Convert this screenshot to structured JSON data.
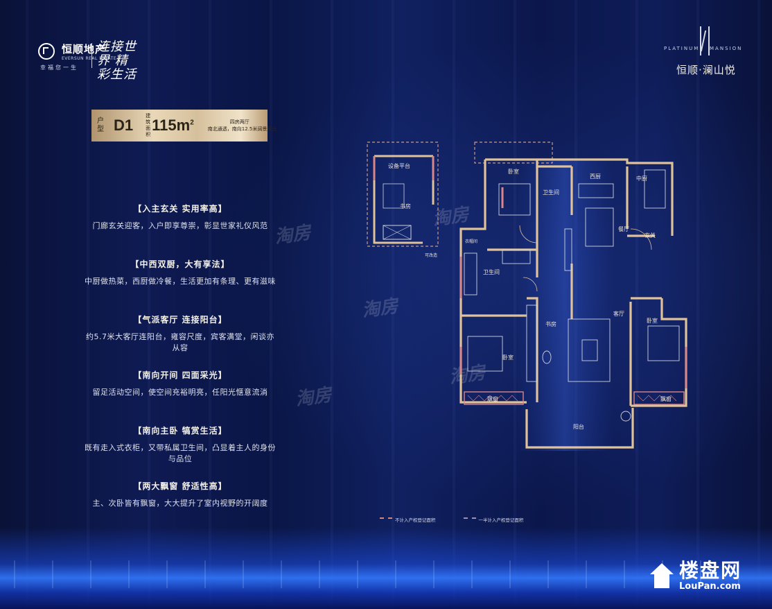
{
  "header": {
    "brand_name": "恒顺地产",
    "brand_en": "EVERSUN REAL ESTATE",
    "brand_tag": "幸福您一生",
    "slogan": "连接世界 精彩生活",
    "pm_left": "PLATINUM",
    "pm_right": "MANSION",
    "project_name": "恒顺·澜山悦"
  },
  "badge": {
    "label": "户型",
    "code": "D1",
    "area_label": "建筑面积",
    "area": "115m",
    "area_unit_sup": "2",
    "desc_line1": "四房两厅",
    "desc_line2": "南北通透，南向12.5米阔景采光"
  },
  "features": [
    {
      "title": "【入主玄关  实用率高】",
      "desc": "门廊玄关迎客，入户即享尊崇，彰显世家礼仪风范"
    },
    {
      "title": "【中西双厨，大有享法】",
      "desc": "中厨做热菜，西厨做冷餐，生活更加有条理、更有滋味"
    },
    {
      "title": "【气派客厅  连接阳台】",
      "desc": "约5.7米大客厅连阳台，雍容尺度，宾客满堂，闲谈亦从容"
    },
    {
      "title": "【南向开间  四面采光】",
      "desc": "留足活动空间，使空间充裕明亮，任阳光惬意流淌"
    },
    {
      "title": "【南向主卧  犒赏生活】",
      "desc": "既有走入式衣柜，又带私属卫生间，凸显着主人的身份与品位"
    },
    {
      "title": "【两大飘窗  舒适性高】",
      "desc": "主、次卧皆有飘窗，大大提升了室内视野的开阔度"
    }
  ],
  "floorplan": {
    "rooms": {
      "equipment_platform": "设备平台",
      "study": "书房",
      "bedroom_nw": "卧室",
      "bathroom_n": "卫生间",
      "western_kitchen": "西厨",
      "chinese_kitchen": "中厨",
      "dining": "餐厅",
      "entry": "玄关",
      "bathroom_master": "卫生间",
      "study2": "书房",
      "living": "客厅",
      "master_bedroom": "卧室",
      "bedroom_e": "卧室",
      "bay_window_1": "飘窗",
      "bay_window_2": "飘窗",
      "balcony": "阳台",
      "ac_note": "可改造",
      "closet": "衣帽间"
    }
  },
  "legend": {
    "item1": "不计入产权登记面积",
    "item2": "一半计入产权登记面积"
  },
  "watermarks": [
    "淘房",
    "淘房",
    "淘房",
    "淘房",
    "淘房"
  ],
  "site": {
    "cn": "楼盘网",
    "en": "LouPan.com"
  },
  "colors": {
    "wall": "#e0c29a",
    "wall_pink": "#d9868a",
    "navy": "#0e1a52",
    "gold": "#d6c09c"
  }
}
